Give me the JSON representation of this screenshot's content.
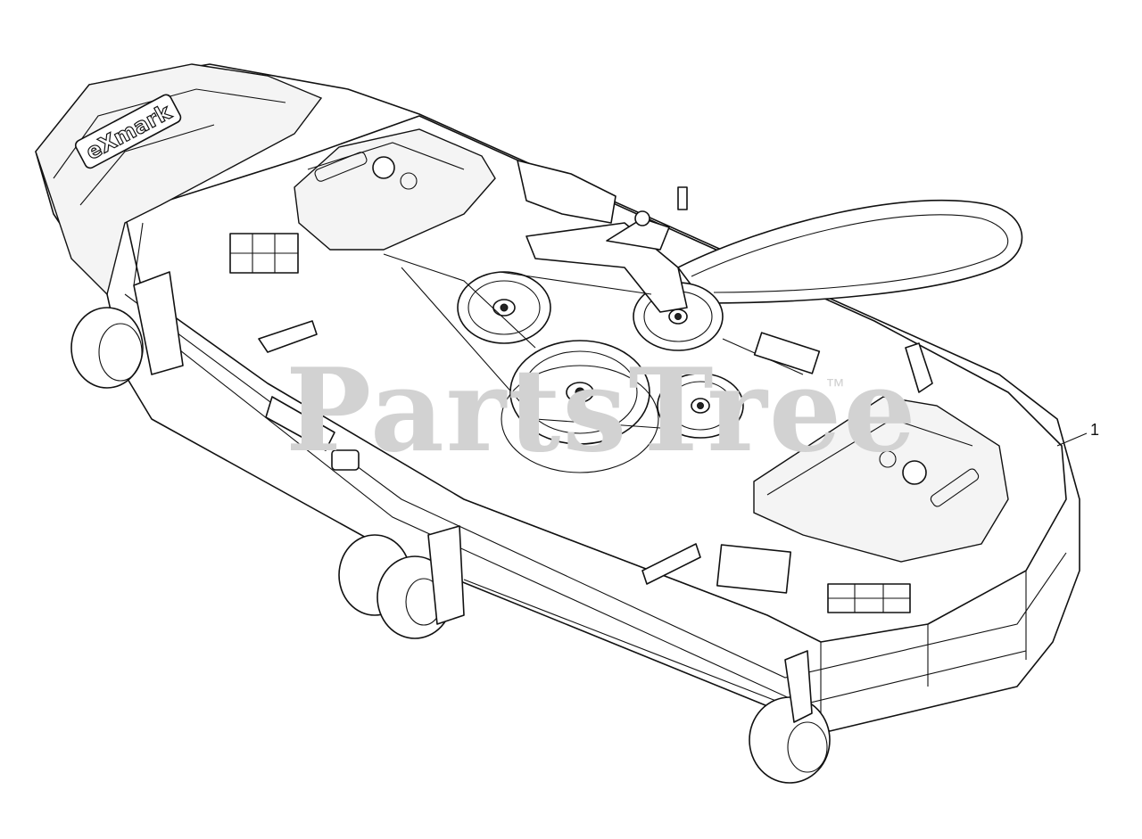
{
  "diagram": {
    "callouts": [
      {
        "label": "1"
      }
    ],
    "watermark": {
      "text": "PartsTree",
      "trademark": "™"
    },
    "deck_logo": "eXmark",
    "colors": {
      "line": "#111111",
      "background": "#ffffff",
      "watermark": "#d2d2d2"
    }
  }
}
